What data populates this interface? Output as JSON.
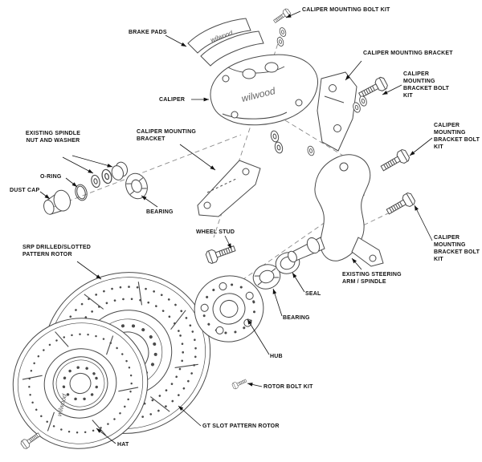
{
  "brand": "wilwood",
  "labels": {
    "caliper_mounting_bolt_kit": "CALIPER MOUNTING BOLT KIT",
    "brake_pads": "BRAKE PADS",
    "caliper_mounting_bracket_right": "CALIPER MOUNTING BRACKET",
    "caliper_mounting_bracket_bolt_kit_1": "CALIPER MOUNTING BRACKET BOLT KIT",
    "caliper": "CALIPER",
    "caliper_mounting_bracket_left": "CALIPER MOUNTING BRACKET",
    "existing_spindle_nut_and_washer": "EXISTING SPINDLE NUT AND WASHER",
    "caliper_mounting_bracket_bolt_kit_2": "CALIPER MOUNTING BRACKET BOLT KIT",
    "o_ring": "O-RING",
    "dust_cap": "DUST CAP",
    "bearing_left": "BEARING",
    "caliper_mounting_bracket_bolt_kit_3": "CALIPER MOUNTING BRACKET BOLT KIT",
    "wheel_stud": "WHEEL STUD",
    "srp_rotor": "SRP DRILLED/SLOTTED PATTERN ROTOR",
    "existing_steering_arm_spindle": "EXISTING STEERING ARM / SPINDLE",
    "seal": "SEAL",
    "bearing_center": "BEARING",
    "hub": "HUB",
    "rotor_bolt_kit": "ROTOR BOLT KIT",
    "gt_slot_rotor": "GT SLOT PATTERN ROTOR",
    "hat": "HAT"
  },
  "colors": {
    "line": "#4a4a4a",
    "label_text": "#111111",
    "background": "#ffffff"
  }
}
